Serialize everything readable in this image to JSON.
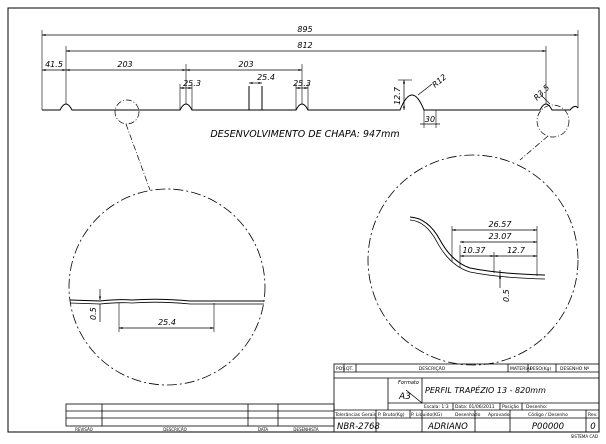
{
  "profile_dims": {
    "overall": "895",
    "useful": "812",
    "edge": "41.5",
    "pitch_left": "203",
    "pitch_mid": "203",
    "rib_a": "25.3",
    "rib_b": "25.4",
    "rib_c": "25.3",
    "height": "12.7",
    "radius_small": "R12",
    "base": "30",
    "radius_end": "R3.5"
  },
  "development_note": "DESENVOLVIMENTO  DE  CHAPA:  947mm",
  "detail_left": {
    "thickness": "0.5",
    "width": "25.4"
  },
  "detail_right": {
    "d1": "26.57",
    "d2": "23.07",
    "d3": "10.37",
    "d4": "12.7",
    "thickness": "0.5"
  },
  "title_block": {
    "header": {
      "pos": "POS.",
      "qt": "QT.",
      "descricao": "DESCRIÇÃO",
      "material": "MATERIAL",
      "peso": "PESO(Kg)",
      "desenho_no": "DESENHO Nº"
    },
    "formato_label": "Formato",
    "formato_value": "A3",
    "part_title": "PERFIL  TRAPÉZIO  13  -  820mm",
    "escala": "Escala:  1:3",
    "data": "Data: 01/06/2011",
    "posicao": "Posição",
    "desenho_label": "Desenho:",
    "tolerancias": "Tolerâncias Gerais",
    "p_bruto": "P. Bruto(Kg)",
    "p_liquido": "P. Líquido(KG)",
    "desenhado": "Desenhado",
    "aprovado": "Aprovado",
    "codigo": "Código  /  Desenho",
    "rev": "Rev.",
    "norma": "NBR-2768",
    "desenhista": "ADRIANO",
    "codigo_value": "P00000",
    "rev_value": "0",
    "sistema": "SISTEMA  CAD"
  },
  "revision_table": {
    "revisao": "REVISÃO",
    "descricao": "DESCRIÇÃO",
    "data": "DATA",
    "desenhista": "DESENHISTA"
  }
}
